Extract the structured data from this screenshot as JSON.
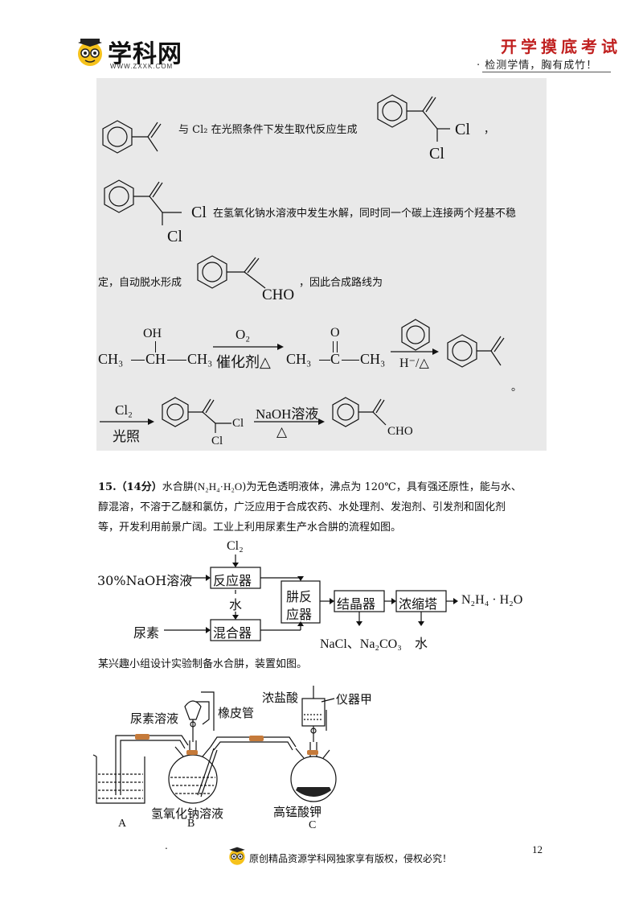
{
  "header": {
    "logo_name": "学科网",
    "logo_url": "WWW.ZXXK.COM",
    "slogan": "开学摸底考试",
    "subslogan": "· 检测学情，胸有成竹！"
  },
  "box": {
    "line1_text": "与 Cl₂ 在光照条件下发生取代反应生成",
    "line1_end": "，",
    "line2_text": "在氢氧化钠水溶液中发生水解，同时同一个碳上连接两个羟基不稳",
    "line3_pre": "定，自动脱水形成",
    "line3_post": "，因此合成路线为",
    "cl": "Cl",
    "cho": "CHO",
    "oh": "OH",
    "o": "O",
    "ch3": "CH₃",
    "ch": "CH",
    "c": "C",
    "o2": "O₂",
    "catalyst": "催化剂△",
    "hminus": "H⁻/△",
    "cl2": "Cl₂",
    "light": "光照",
    "naoh": "NaOH溶液",
    "delta": "△",
    "period": "。"
  },
  "question": {
    "number": "15.（14分）",
    "text1a": "水合肼(",
    "formula": "N₂H₄·H₂O",
    "text1b": ")为无色透明液体，沸点为 120℃，具有强还原性，能与水、",
    "text2": "醇混溶，不溶于乙醚和氯仿，广泛应用于合成农药、水处理剂、发泡剂、引发剂和固化剂",
    "text3": "等，开发利用前景广阔。工业上利用尿素生产水合肼的流程如图。",
    "text4": "某兴趣小组设计实验制备水合肼，装置如图。"
  },
  "flow": {
    "naoh": "30%NaOH溶液",
    "cl2": "Cl₂",
    "reactor": "反应器",
    "water": "水",
    "urea": "尿素",
    "mixer": "混合器",
    "hydrazine_reactor_1": "肼反",
    "hydrazine_reactor_2": "应器",
    "crystallizer": "结晶器",
    "concentrator": "浓缩塔",
    "product": "N₂H₄ · H₂O",
    "byproduct": "NaCl、Na₂CO₃",
    "water_out": "水"
  },
  "apparatus": {
    "urea_solution": "尿素溶液",
    "rubber_tube": "橡皮管",
    "conc_hcl": "浓盐酸",
    "instrument_a": "仪器甲",
    "naoh_solution": "氢氧化钠溶液",
    "kmno4": "高锰酸钾",
    "label_a": "A",
    "label_b": "B",
    "label_c": "C"
  },
  "footer": {
    "dot": ".",
    "text": "原创精品资源学科网独家享有版权，侵权必究！",
    "page": "12"
  }
}
